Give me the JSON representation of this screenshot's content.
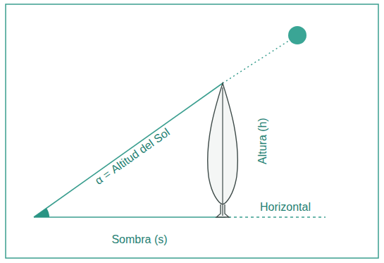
{
  "diagram": {
    "labels": [
      "α = Altitud del Sol",
      "Altura (h)",
      "Horizontal",
      "Sombra (s)"
    ]
  }
}
